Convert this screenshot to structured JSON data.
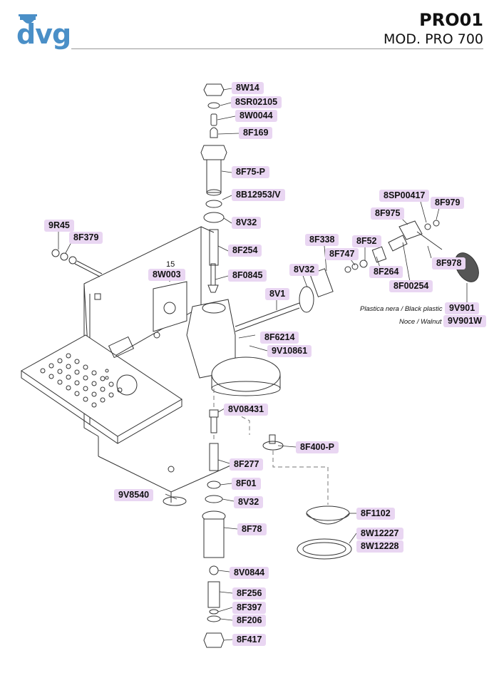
{
  "header": {
    "brand": "dvg",
    "title": "PRO01",
    "subtitle": "MOD. PRO 700"
  },
  "callout_15": "15",
  "parts": [
    {
      "id": "p1",
      "label": "8W14"
    },
    {
      "id": "p2",
      "label": "8SR02105"
    },
    {
      "id": "p3",
      "label": "8W0044"
    },
    {
      "id": "p4",
      "label": "8F169"
    },
    {
      "id": "p5",
      "label": "8F75-P"
    },
    {
      "id": "p6",
      "label": "8B12953/V"
    },
    {
      "id": "p7",
      "label": "8V32"
    },
    {
      "id": "p8",
      "label": "8F254"
    },
    {
      "id": "p9",
      "label": "9R45"
    },
    {
      "id": "p10",
      "label": "8F379"
    },
    {
      "id": "p11",
      "label": "8W003"
    },
    {
      "id": "p12",
      "label": "8F0845"
    },
    {
      "id": "p13",
      "label": "8SP00417"
    },
    {
      "id": "p14",
      "label": "8F979"
    },
    {
      "id": "p15",
      "label": "8F975"
    },
    {
      "id": "p16",
      "label": "8F338"
    },
    {
      "id": "p17",
      "label": "8F52"
    },
    {
      "id": "p18",
      "label": "8F747"
    },
    {
      "id": "p19",
      "label": "8F978"
    },
    {
      "id": "p20",
      "label": "8V32"
    },
    {
      "id": "p21",
      "label": "8F264"
    },
    {
      "id": "p22",
      "label": "8F00254"
    },
    {
      "id": "p23",
      "label": "8V1"
    },
    {
      "id": "p24",
      "label": "9V901"
    },
    {
      "id": "p25",
      "label": "9V901W"
    },
    {
      "id": "p26",
      "label": "8F6214"
    },
    {
      "id": "p27",
      "label": "9V10861"
    },
    {
      "id": "p28",
      "label": "8V08431"
    },
    {
      "id": "p29",
      "label": "8F400-P"
    },
    {
      "id": "p30",
      "label": "8F277"
    },
    {
      "id": "p31",
      "label": "8F01"
    },
    {
      "id": "p32",
      "label": "9V8540"
    },
    {
      "id": "p33",
      "label": "8V32"
    },
    {
      "id": "p34",
      "label": "8F78"
    },
    {
      "id": "p35",
      "label": "8F1102"
    },
    {
      "id": "p36",
      "label": "8W12227"
    },
    {
      "id": "p37",
      "label": "8W12228"
    },
    {
      "id": "p38",
      "label": "8V0844"
    },
    {
      "id": "p39",
      "label": "8F256"
    },
    {
      "id": "p40",
      "label": "8F397"
    },
    {
      "id": "p41",
      "label": "8F206"
    },
    {
      "id": "p42",
      "label": "8F417"
    }
  ],
  "notes": {
    "black_plastic": "Plastica nera / Black plastic",
    "walnut": "Noce / Walnut"
  },
  "colors": {
    "label_bg": "#e9d6f2",
    "logo_blue": "#4a8fc7",
    "line": "#333333"
  }
}
